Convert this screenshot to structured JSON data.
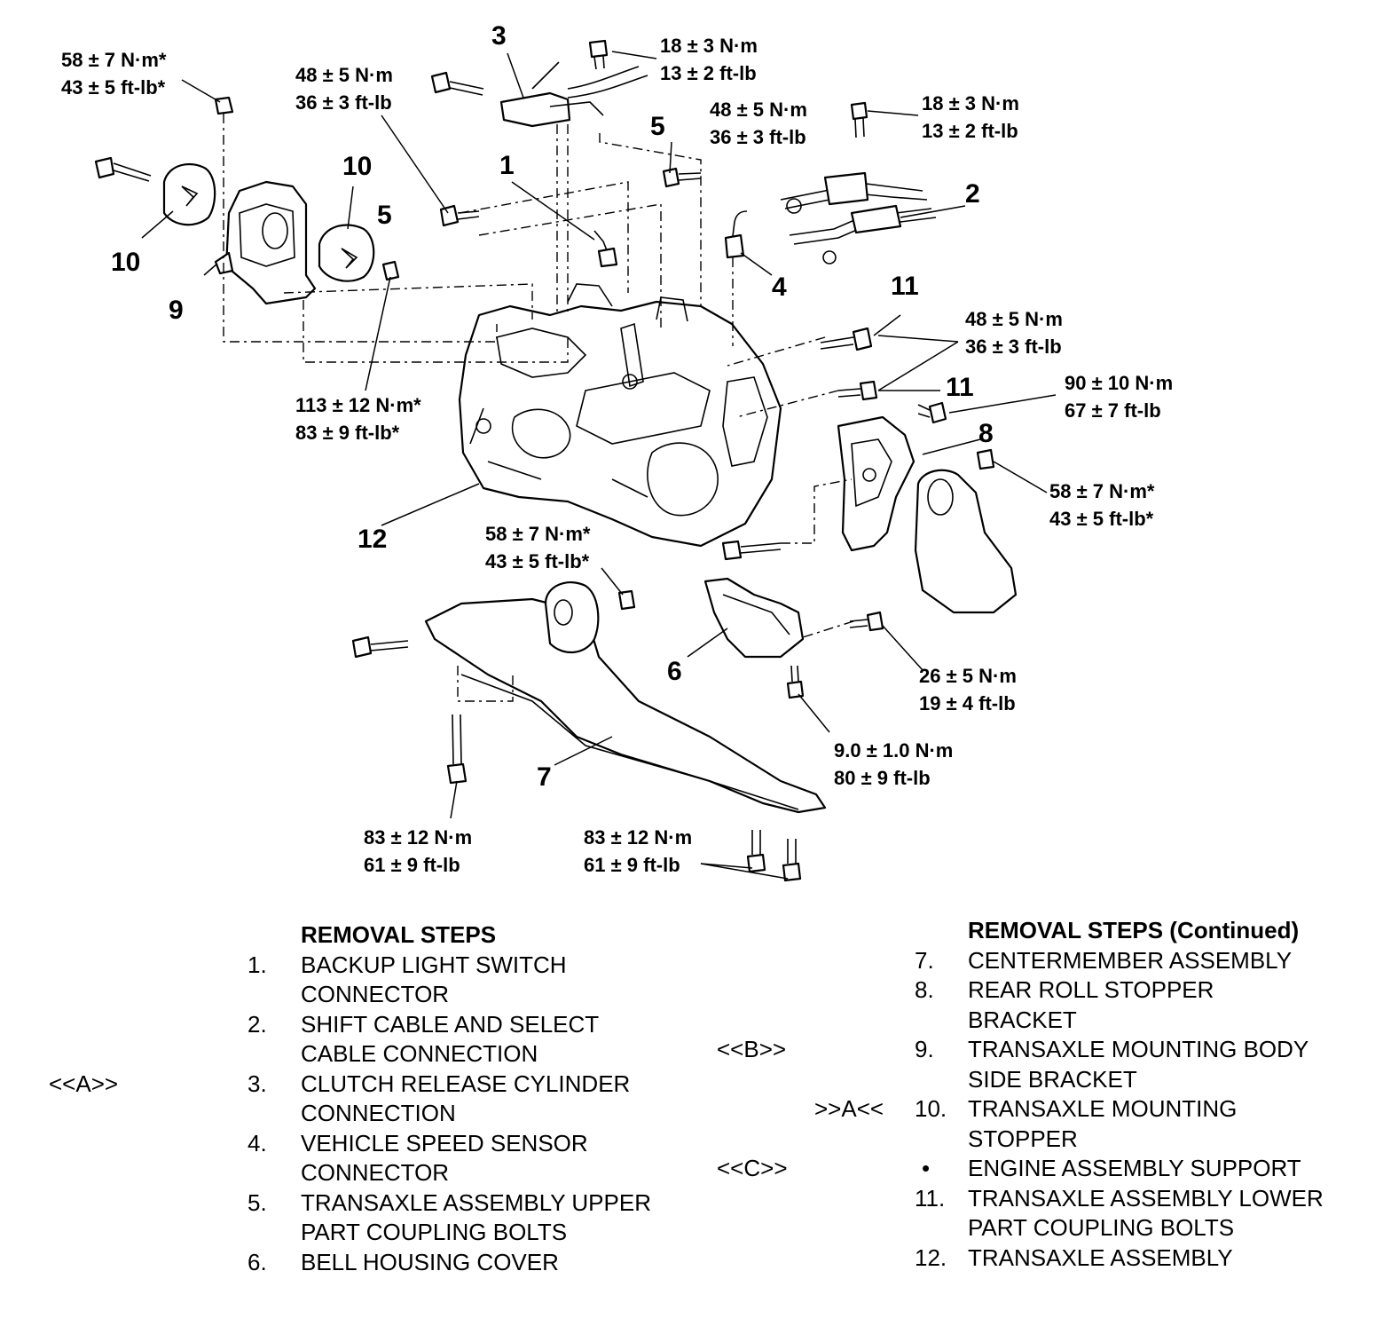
{
  "callouts": {
    "n1": "1",
    "n2": "2",
    "n3": "3",
    "n4": "4",
    "n5a": "5",
    "n5b": "5",
    "n6": "6",
    "n7": "7",
    "n8": "8",
    "n9": "9",
    "n10a": "10",
    "n10b": "10",
    "n11a": "11",
    "n11b": "11",
    "n12": "12"
  },
  "torques": {
    "t_9_a": "58 ± 7 N·m*",
    "t_9_b": "43 ± 5 ft-lb*",
    "t_5l_a": "48 ± 5 N·m",
    "t_5l_b": "36 ± 3 ft-lb",
    "t_3_a": "18 ± 3 N·m",
    "t_3_b": "13 ± 2 ft-lb",
    "t_5r_a": "48 ± 5 N·m",
    "t_5r_b": "36 ± 3 ft-lb",
    "t_2_a": "18 ± 3 N·m",
    "t_2_b": "13 ± 2 ft-lb",
    "t_11_a": "48 ± 5 N·m",
    "t_11_b": "36 ± 3 ft-lb",
    "t_mt_a": "113 ± 12 N·m*",
    "t_mt_b": "83 ± 9 ft-lb*",
    "t_8_a": "90 ± 10 N·m",
    "t_8_b": "67 ± 7 ft-lb",
    "t_rs_a": "58 ± 7 N·m*",
    "t_rs_b": "43 ± 5 ft-lb*",
    "t_7m_a": "58 ± 7 N·m*",
    "t_7m_b": "43 ± 5 ft-lb*",
    "t_6_a": "26 ± 5 N·m",
    "t_6_b": "19 ± 4 ft-lb",
    "t_6s_a": "9.0 ± 1.0 N·m",
    "t_6s_b": "80 ± 9 ft-lb",
    "t_7l_a": "83 ± 12 N·m",
    "t_7l_b": "61 ± 9 ft-lb",
    "t_7r_a": "83 ± 12 N·m",
    "t_7r_b": "61 ± 9 ft-lb"
  },
  "removal_steps": {
    "title": "REMOVAL STEPS",
    "steps": [
      {
        "num": "1.",
        "line1": "BACKUP LIGHT SWITCH",
        "line2": "CONNECTOR"
      },
      {
        "num": "2.",
        "line1": "SHIFT CABLE AND SELECT",
        "line2": "CABLE CONNECTION"
      },
      {
        "num": "3.",
        "line1": "CLUTCH RELEASE CYLINDER",
        "line2": "CONNECTION"
      },
      {
        "num": "4.",
        "line1": "VEHICLE SPEED SENSOR",
        "line2": "CONNECTOR"
      },
      {
        "num": "5.",
        "line1": "TRANSAXLE ASSEMBLY UPPER",
        "line2": "PART COUPLING BOLTS"
      },
      {
        "num": "6.",
        "line1": "BELL HOUSING COVER"
      }
    ]
  },
  "removal_steps_cont": {
    "title": "REMOVAL STEPS (Continued)",
    "steps": [
      {
        "num": "7.",
        "line1": "CENTERMEMBER ASSEMBLY"
      },
      {
        "num": "8.",
        "line1": "REAR ROLL STOPPER",
        "line2": "BRACKET"
      },
      {
        "num": "9.",
        "line1": "TRANSAXLE MOUNTING BODY",
        "line2": "SIDE BRACKET"
      },
      {
        "num": "10.",
        "line1": "TRANSAXLE MOUNTING",
        "line2": "STOPPER"
      },
      {
        "num": "•",
        "line1": "ENGINE ASSEMBLY SUPPORT"
      },
      {
        "num": "11.",
        "line1": "TRANSAXLE ASSEMBLY LOWER",
        "line2": "PART COUPLING BOLTS"
      },
      {
        "num": "12.",
        "line1": "TRANSAXLE ASSEMBLY"
      }
    ]
  },
  "tags": {
    "a_remove": "<<A>>",
    "b_remove": "<<B>>",
    "a_install": ">>A<<",
    "c_remove": "<<C>>"
  }
}
